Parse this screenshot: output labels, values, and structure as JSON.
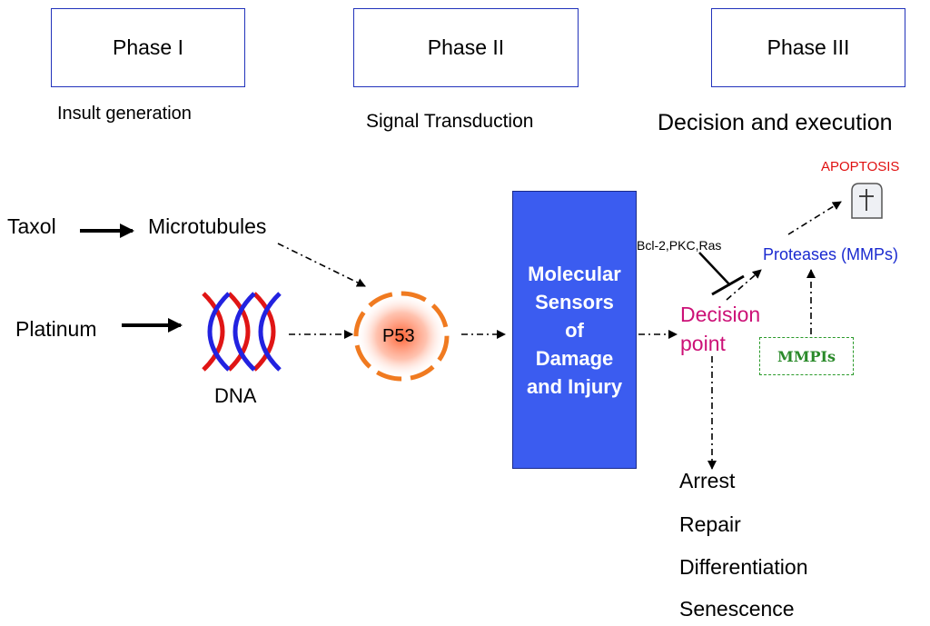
{
  "phases": [
    {
      "label": "Phase I",
      "caption": "Insult generation"
    },
    {
      "label": "Phase II",
      "caption": "Signal Transduction"
    },
    {
      "label": "Phase III",
      "caption": "Decision and execution"
    }
  ],
  "inputs": {
    "taxol": "Taxol",
    "platinum": "Platinum",
    "microtubules": "Microtubules",
    "dna": "DNA"
  },
  "p53": "P53",
  "sensors": [
    "Molecular",
    "Sensors",
    "of",
    "Damage",
    "and Injury"
  ],
  "decision": [
    "Decision",
    "point"
  ],
  "inhibitors": "Bcl-2,PKC,Ras",
  "proteases": "Proteases (MMPs)",
  "mmpis": "MMPIs",
  "apoptosis": "APOPTOSIS",
  "outcomes": [
    "Arrest",
    "Repair",
    "Differentiation",
    "Senescence"
  ],
  "colors": {
    "phase_border": "#2233bb",
    "sensor_fill": "#3b5cf0",
    "p53_ring": "#f07a20",
    "decision": "#cc1177",
    "proteases": "#1a2ad0",
    "apoptosis": "#e01010",
    "mmpis": "#2a8a2a",
    "dna_strand_a": "#e01515",
    "dna_strand_b": "#2222e0"
  },
  "icons": {
    "apoptosis": "tombstone-cross-icon"
  }
}
